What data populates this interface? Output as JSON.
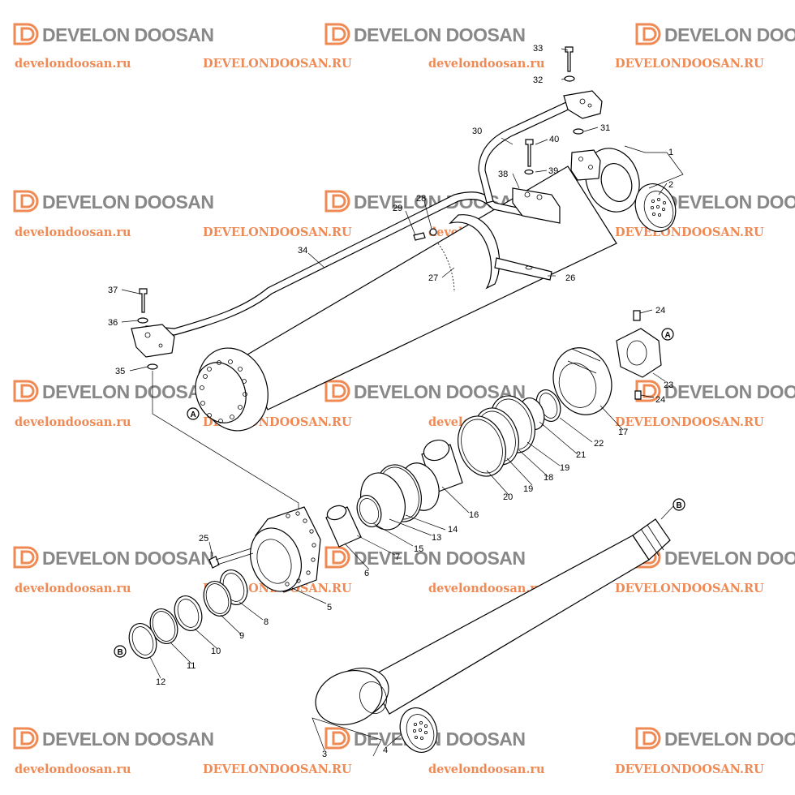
{
  "watermark": {
    "brand": "DEVELON DOOSAN",
    "url_lower": "develondoosan.ru",
    "url_upper": "DEVELONDOOSAN.RU",
    "colors": {
      "brand_text": "#888888",
      "url_text": "#f08a55",
      "mark": "#f08a55"
    }
  },
  "callouts": {
    "p1": "1",
    "p2": "2",
    "p3": "3",
    "p4": "4",
    "p5": "5",
    "p6": "6",
    "p7": "7",
    "p8": "8",
    "p9": "9",
    "p10": "10",
    "p11": "11",
    "p12": "12",
    "p13": "13",
    "p14": "14",
    "p15": "15",
    "p16": "16",
    "p17": "17",
    "p18": "18",
    "p19": "19",
    "p20": "20",
    "p21": "21",
    "p22": "22",
    "p23": "23",
    "p24": "24",
    "p25": "25",
    "p26": "26",
    "p27": "27",
    "p28": "28",
    "p29": "29",
    "p30": "30",
    "p31": "31",
    "p32": "32",
    "p33": "33",
    "p34": "34",
    "p35": "35",
    "p36": "36",
    "p37": "37",
    "p38": "38",
    "p39": "39",
    "p40": "40"
  },
  "refs": {
    "a": "A",
    "b": "B"
  }
}
